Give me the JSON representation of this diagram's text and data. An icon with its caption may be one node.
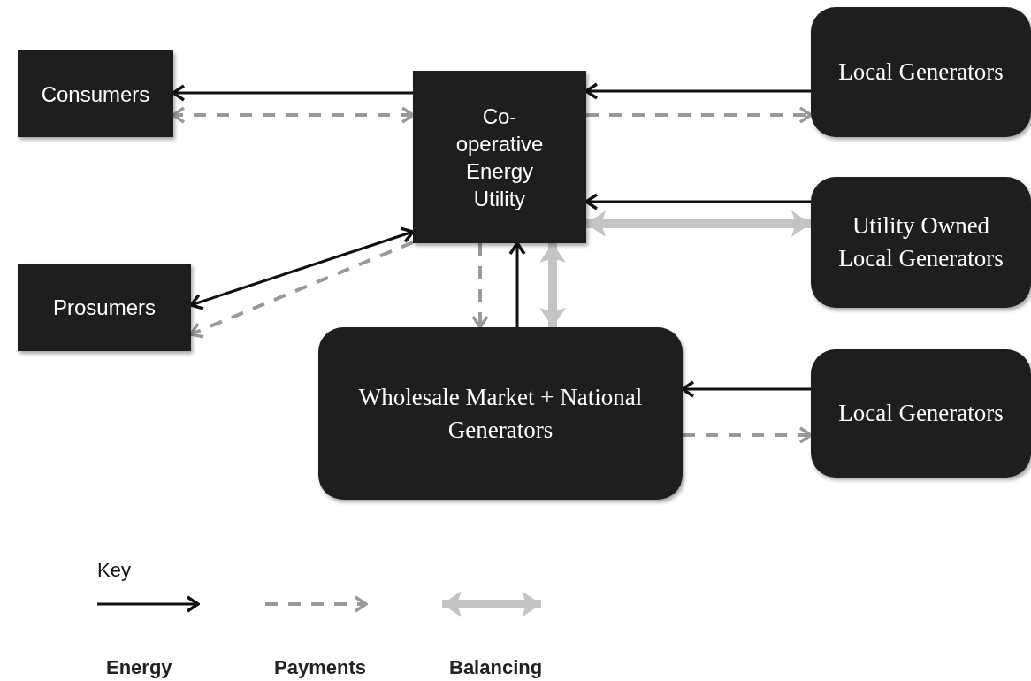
{
  "diagram": {
    "nodes": [
      {
        "text": [
          "Consumers"
        ]
      },
      {
        "text": [
          "Co-operative Energy Utility"
        ]
      },
      {
        "text": [
          "Local Generators"
        ]
      },
      {
        "text": [
          "Utility Owned Local Generators"
        ]
      },
      {
        "text": [
          "Prosumers"
        ]
      },
      {
        "text": [
          "Wholesale Market + National Generators"
        ]
      },
      {
        "text": [
          "Local Generators"
        ]
      }
    ],
    "edges": [
      {
        "from": 1,
        "to": 0,
        "arrow": "to"
      },
      {
        "from": 1,
        "to": 0,
        "arrow": "both",
        "style": "dashed",
        "color": "#999999"
      },
      {
        "from": 2,
        "to": 1,
        "arrow": "to"
      },
      {
        "from": 1,
        "to": 2,
        "arrow": "to",
        "style": "dashed",
        "color": "#999999"
      },
      {
        "from": 3,
        "to": 1,
        "arrow": "to"
      },
      {
        "from": 1,
        "to": 3,
        "arrow": "both",
        "style": "thick",
        "color": "#c4c4c4"
      },
      {
        "from": 4,
        "to": 1,
        "arrow": "both"
      },
      {
        "from": 1,
        "to": 4,
        "arrow": "to",
        "style": "dashed",
        "color": "#999999"
      },
      {
        "from": 1,
        "to": 5,
        "arrow": "to",
        "style": "dashed",
        "color": "#999999"
      },
      {
        "from": 5,
        "to": 1,
        "arrow": "to"
      },
      {
        "from": 1,
        "to": 5,
        "arrow": "both",
        "style": "thick",
        "color": "#c4c4c4"
      },
      {
        "from": 6,
        "to": 5,
        "arrow": "to"
      },
      {
        "from": 5,
        "to": 6,
        "arrow": "to",
        "style": "dashed",
        "color": "#999999"
      }
    ],
    "labels": [
      "Key"
    ],
    "legend": [
      {
        "text": "Energy"
      },
      {
        "text": "Payments"
      },
      {
        "text": "Balancing"
      }
    ]
  }
}
